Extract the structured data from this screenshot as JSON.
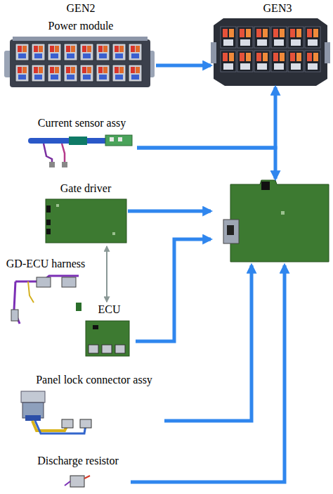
{
  "diagram": {
    "nodes": [
      {
        "text": [
          "Power module"
        ]
      },
      {
        "text": []
      },
      {
        "text": [
          "Current sensor assy"
        ]
      },
      {
        "text": [
          "Gate driver"
        ]
      },
      {
        "text": []
      },
      {
        "text": [
          "GD-ECU harness"
        ]
      },
      {
        "text": [
          "ECU"
        ]
      },
      {
        "text": [
          "Panel lock connector assy"
        ]
      },
      {
        "text": [
          "Discharge resistor"
        ]
      }
    ],
    "edges": [
      {
        "from": 0,
        "to": 1,
        "arrow": "to"
      },
      {
        "from": 2,
        "to": 1,
        "arrow": "to"
      },
      {
        "from": 2,
        "to": 4,
        "arrow": "to"
      },
      {
        "from": 3,
        "to": 4,
        "arrow": "to"
      },
      {
        "from": 3,
        "to": 6,
        "arrow": "both"
      },
      {
        "from": 6,
        "to": 4,
        "arrow": "to"
      },
      {
        "from": 7,
        "to": 4,
        "arrow": "to"
      },
      {
        "from": 8,
        "to": 4,
        "arrow": "to"
      }
    ],
    "labels": [
      "GEN2",
      "GEN3"
    ]
  }
}
